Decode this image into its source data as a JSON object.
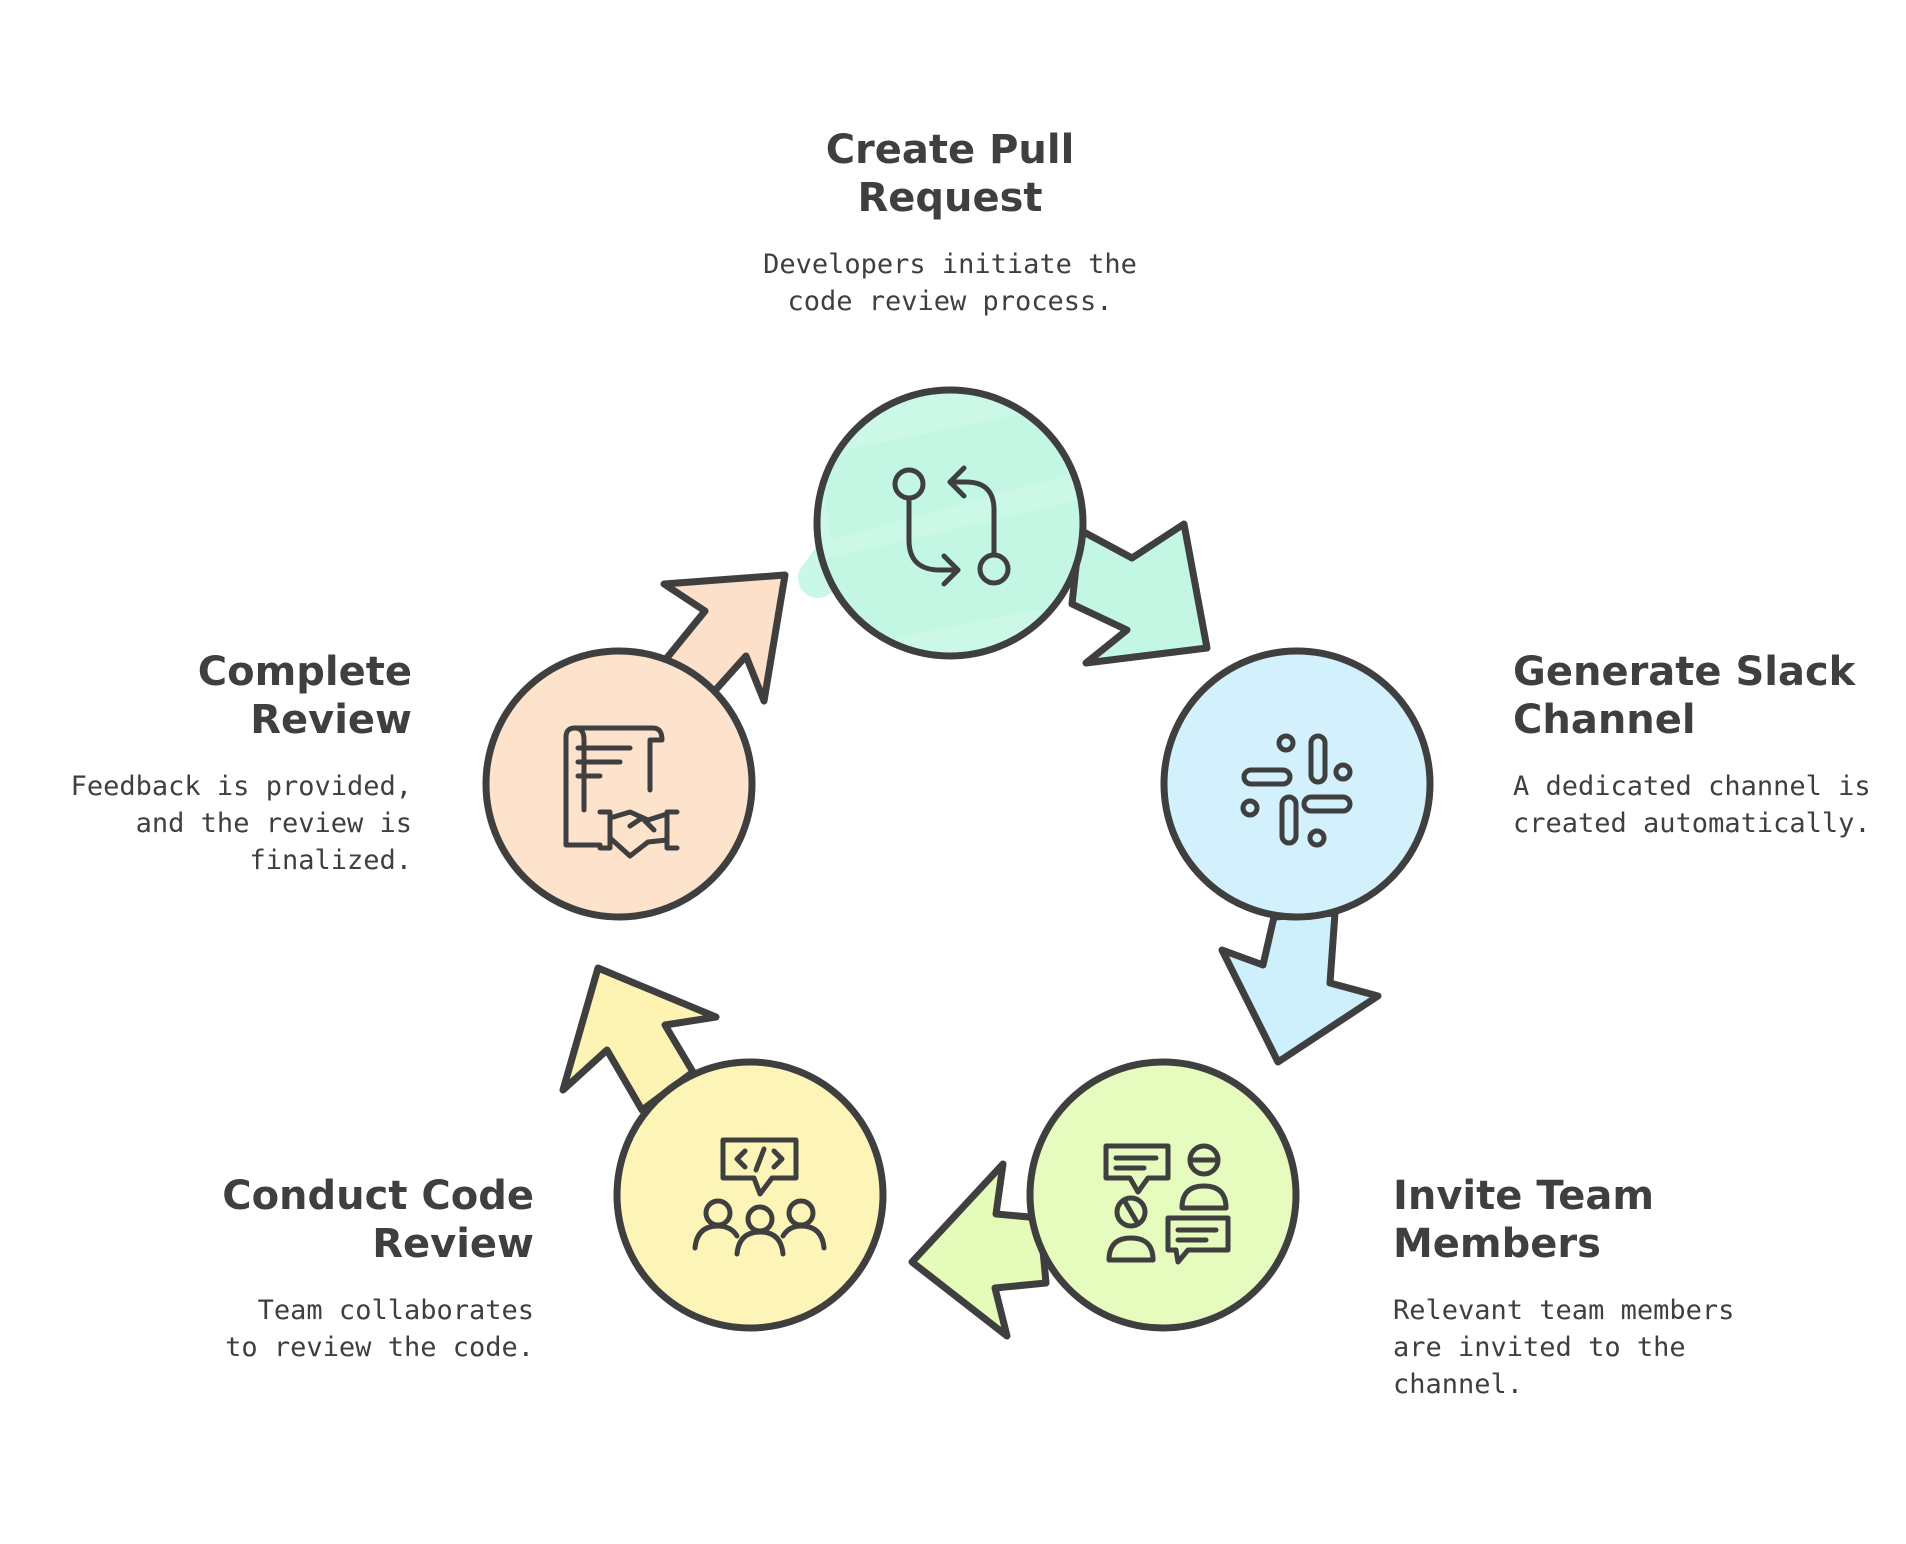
{
  "diagram": {
    "type": "cycle",
    "stages": [
      {
        "id": "create-pull-request",
        "title": "Create Pull Request",
        "description": "Developers initiate the code review process.",
        "icon": "pull-request-icon",
        "color": "#c3f7e3"
      },
      {
        "id": "generate-slack-channel",
        "title": "Generate Slack Channel",
        "description": "A dedicated channel is created automatically.",
        "icon": "slack-icon",
        "color": "#cdf0fc"
      },
      {
        "id": "invite-team-members",
        "title": "Invite Team Members",
        "description": "Relevant team members are invited to the channel.",
        "icon": "team-chat-icon",
        "color": "#e5fbba"
      },
      {
        "id": "conduct-code-review",
        "title": "Conduct Code Review",
        "description": "Team collaborates to review the code.",
        "icon": "code-collaboration-icon",
        "color": "#fdf4b4"
      },
      {
        "id": "complete-review",
        "title": "Complete Review",
        "description": "Feedback is provided, and the review is finalized.",
        "icon": "agreement-document-icon",
        "color": "#fde0c9"
      }
    ],
    "outline_color": "#3f3f3f"
  }
}
